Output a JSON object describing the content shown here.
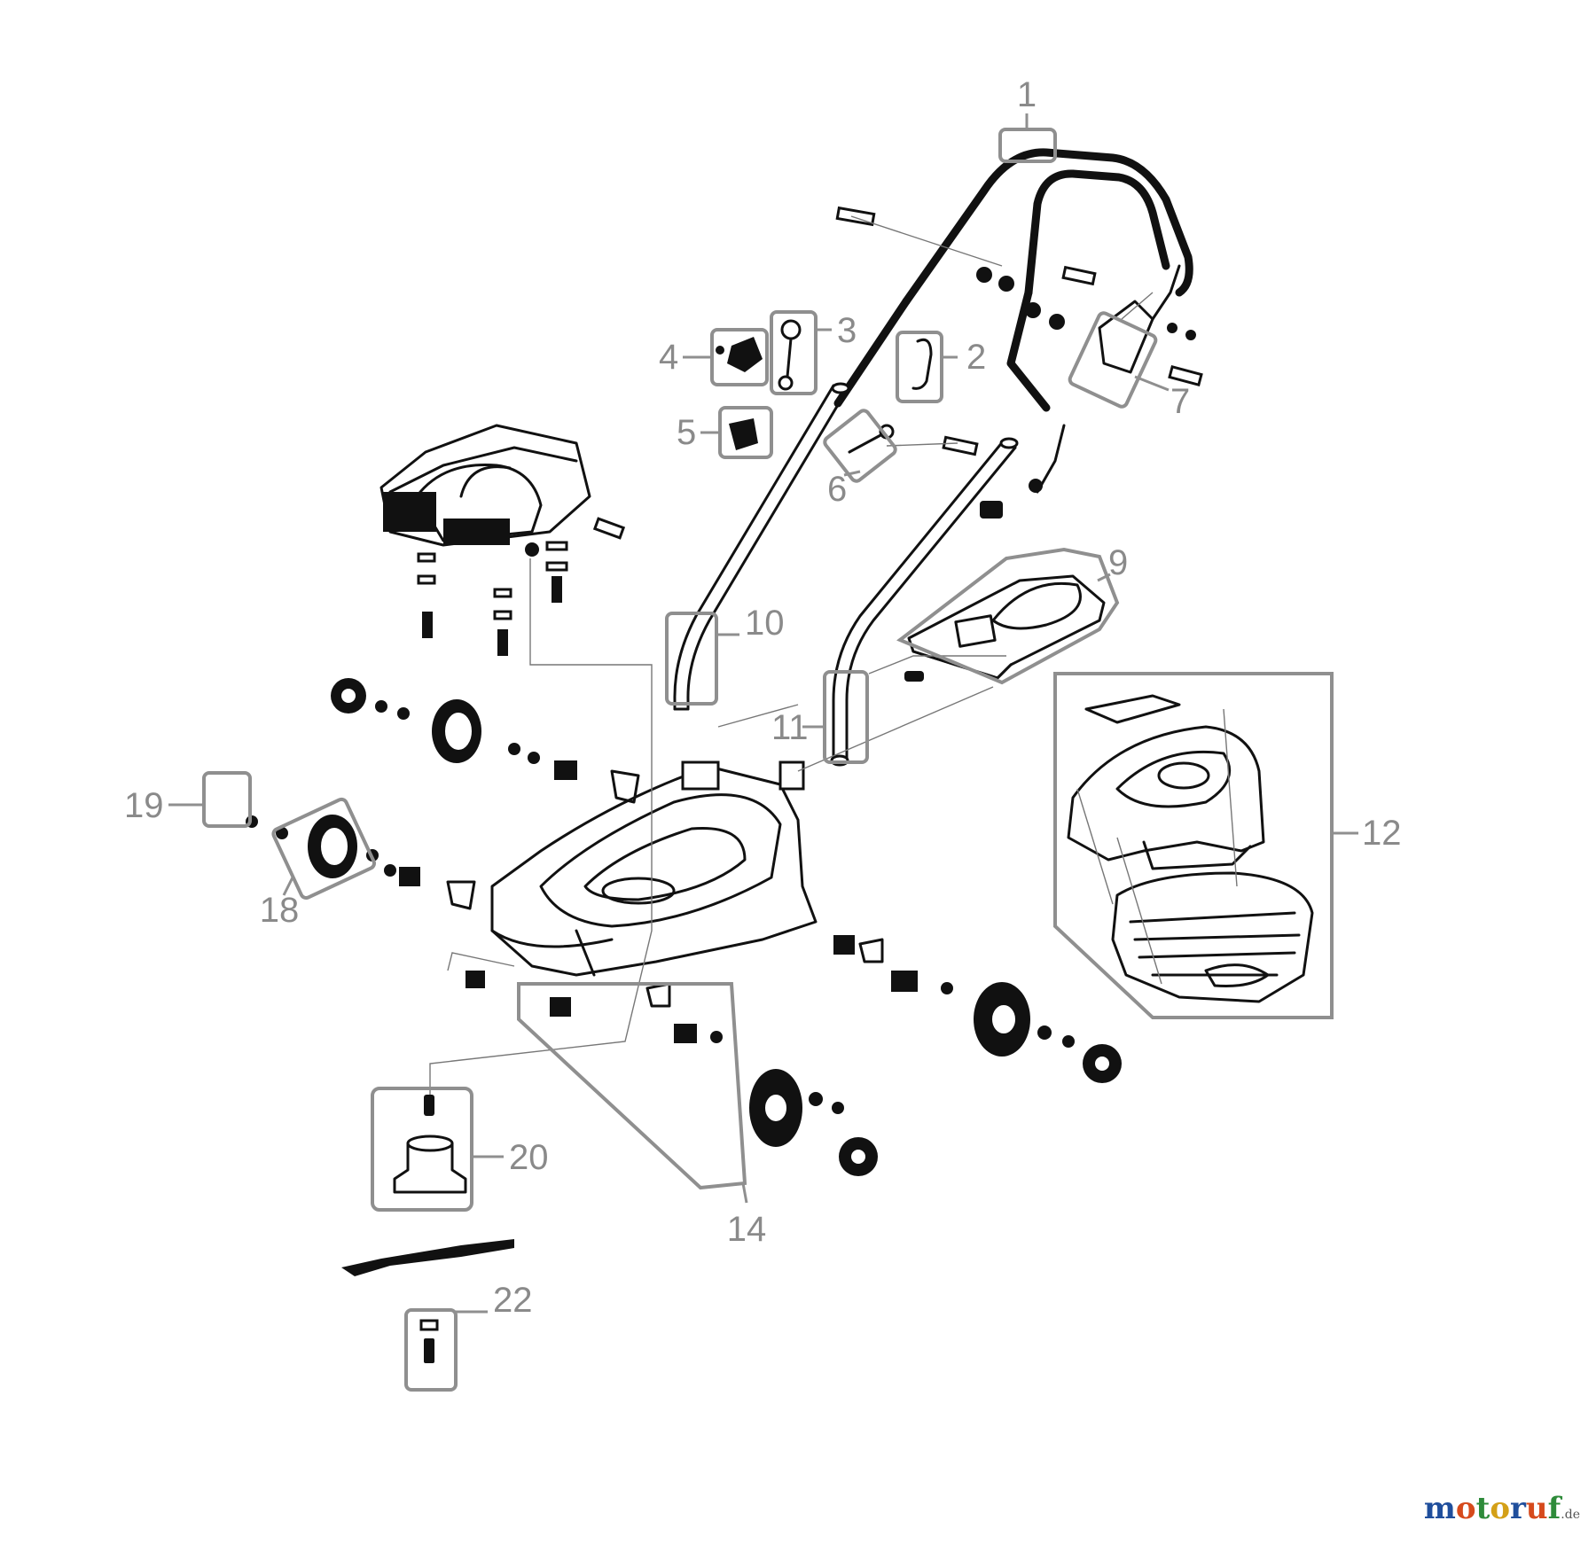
{
  "callouts": [
    {
      "id": "1",
      "label": "1"
    },
    {
      "id": "2",
      "label": "2"
    },
    {
      "id": "3",
      "label": "3"
    },
    {
      "id": "4",
      "label": "4"
    },
    {
      "id": "5",
      "label": "5"
    },
    {
      "id": "6",
      "label": "6"
    },
    {
      "id": "7",
      "label": "7"
    },
    {
      "id": "9",
      "label": "9"
    },
    {
      "id": "10",
      "label": "10"
    },
    {
      "id": "11",
      "label": "11"
    },
    {
      "id": "12",
      "label": "12"
    },
    {
      "id": "14",
      "label": "14"
    },
    {
      "id": "18",
      "label": "18"
    },
    {
      "id": "19",
      "label": "19"
    },
    {
      "id": "20",
      "label": "20"
    },
    {
      "id": "22",
      "label": "22"
    }
  ],
  "watermark": {
    "letters": [
      "m",
      "o",
      "t",
      "o",
      "r",
      "u",
      "f"
    ],
    "letter_colors": [
      "#1f4e9c",
      "#d64a1c",
      "#2e8b3a",
      "#d4a017",
      "#1f4e9c",
      "#d64a1c",
      "#2e8b3a"
    ],
    "suffix": ".de"
  }
}
